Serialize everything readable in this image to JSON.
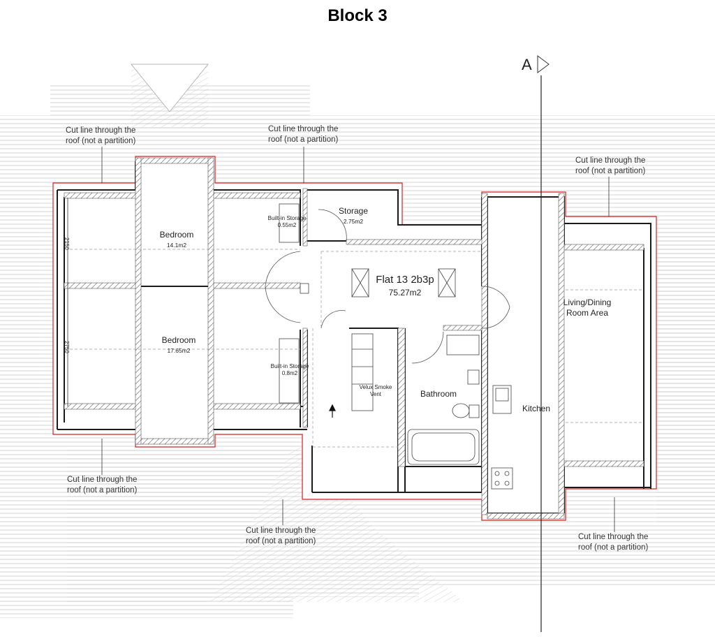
{
  "title": "Block 3",
  "section_marker": "A",
  "flat": {
    "name": "Flat 13 2b3p",
    "area": "75.27m2"
  },
  "rooms": {
    "bedroom1": {
      "name": "Bedroom",
      "area": "14.1m2"
    },
    "bedroom2": {
      "name": "Bedroom",
      "area": "17.65m2"
    },
    "storage": {
      "name": "Storage",
      "area": "2.75m2"
    },
    "builtin1": {
      "name": "Built-in Storage",
      "area": "0.55m2"
    },
    "builtin2": {
      "name": "Built-in Storage",
      "area": "0.8m2"
    },
    "velux": {
      "line1": "Velux Smoke",
      "line2": "Vent"
    },
    "bathroom": {
      "name": "Bathroom"
    },
    "kitchen": {
      "name": "Kitchen"
    },
    "living": {
      "line1": "Living/Dining",
      "line2": "Room Area"
    }
  },
  "dimensions": {
    "d1": "2150",
    "d2": "2750"
  },
  "notes": {
    "line1": "Cut line through the",
    "line2": "roof (not a partition)"
  },
  "colors": {
    "wall": "#1a1a1a",
    "roof_hatch": "#b8b8b8",
    "red_line": "#d42020"
  }
}
